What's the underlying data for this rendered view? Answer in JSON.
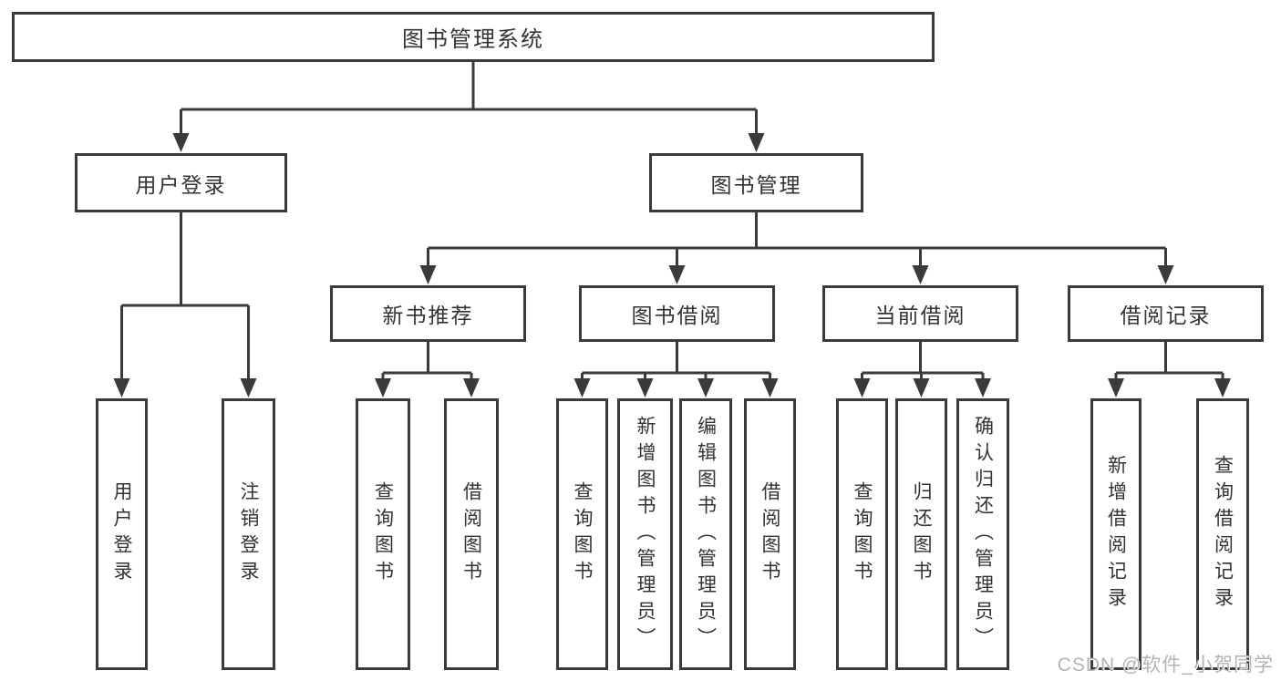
{
  "diagram_title": "图书管理系统",
  "nodes": {
    "root": {
      "label": "图书管理系统"
    },
    "user_login": {
      "label": "用户登录"
    },
    "book_mgmt": {
      "label": "图书管理"
    },
    "new_book_rec": {
      "label": "新书推荐"
    },
    "book_borrow": {
      "label": "图书借阅"
    },
    "current_borrow": {
      "label": "当前借阅"
    },
    "borrow_record": {
      "label": "借阅记录"
    },
    "leaf_user_login": {
      "label": "用户登录"
    },
    "leaf_logout": {
      "label": "注销登录"
    },
    "leaf_nbr_query_book": {
      "label": "查询图书"
    },
    "leaf_nbr_borrow_book": {
      "label": "借阅图书"
    },
    "leaf_bb_query_book": {
      "label": "查询图书"
    },
    "leaf_bb_add_book": {
      "label": "新增图书（管理员）"
    },
    "leaf_bb_edit_book": {
      "label": "编辑图书（管理员）"
    },
    "leaf_bb_borrow_book": {
      "label": "借阅图书"
    },
    "leaf_cb_query_book": {
      "label": "查询图书"
    },
    "leaf_cb_return_book": {
      "label": "归还图书"
    },
    "leaf_cb_confirm_return": {
      "label": "确认归还（管理员）"
    },
    "leaf_br_add_record": {
      "label": "新增借阅记录"
    },
    "leaf_br_query_record": {
      "label": "查询借阅记录"
    }
  },
  "watermark": {
    "text": "CSDN @软件_小贺同学"
  },
  "colors": {
    "line": "#3a3a3a",
    "box_border": "#3a3a3a",
    "text": "#333333",
    "watermark": "#b3b3b3",
    "background": "#ffffff"
  }
}
